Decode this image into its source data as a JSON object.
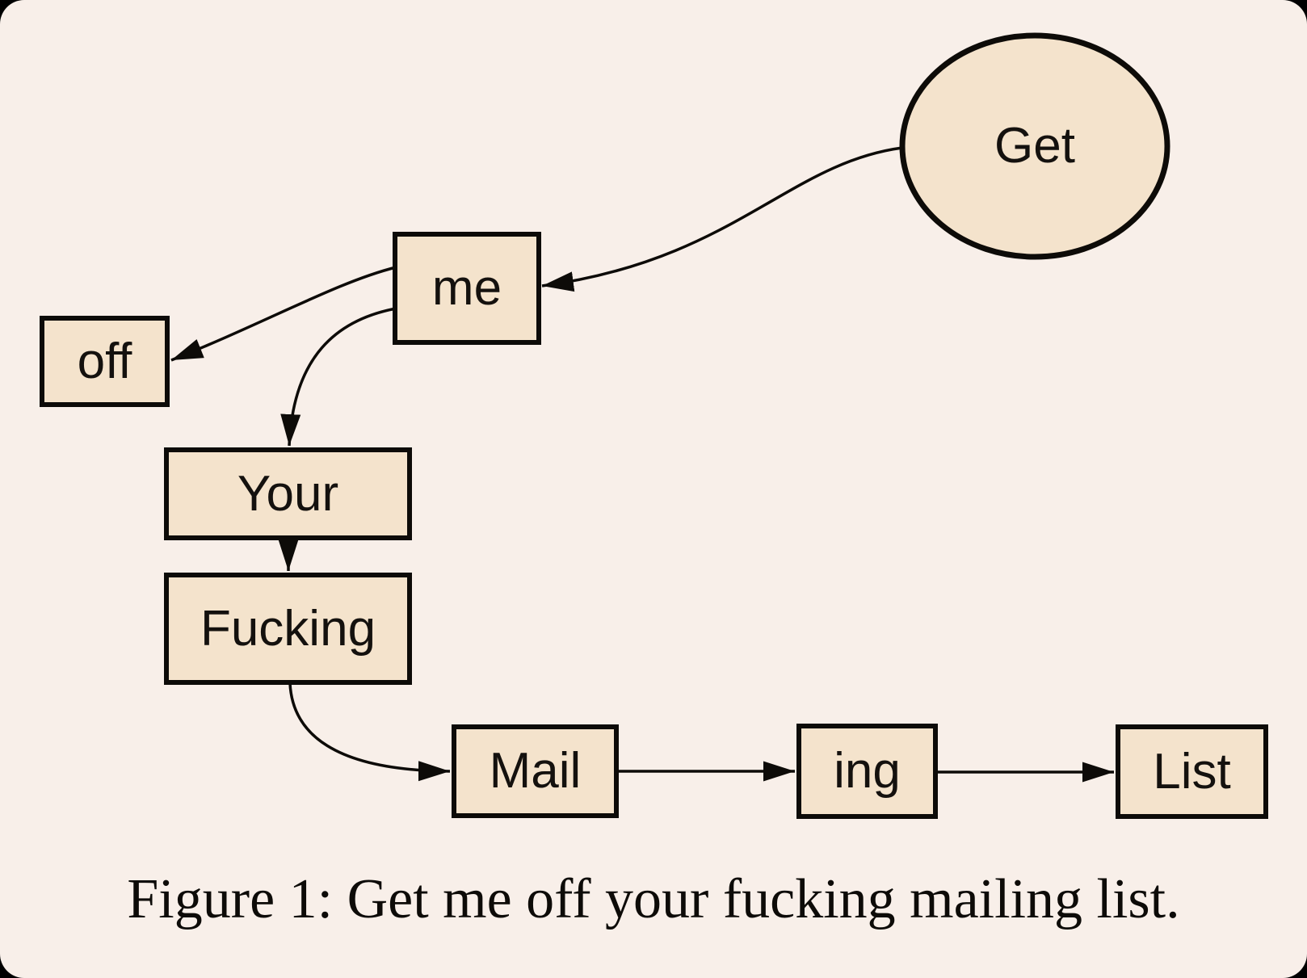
{
  "figure": {
    "type": "flow-diagram",
    "caption": "Figure 1: Get me off your fucking mailing list.",
    "nodes": [
      {
        "id": "get",
        "label": "Get",
        "shape": "ellipse"
      },
      {
        "id": "me",
        "label": "me",
        "shape": "box"
      },
      {
        "id": "off",
        "label": "off",
        "shape": "box"
      },
      {
        "id": "your",
        "label": "Your",
        "shape": "box"
      },
      {
        "id": "fucking",
        "label": "Fucking",
        "shape": "box"
      },
      {
        "id": "mail",
        "label": "Mail",
        "shape": "box"
      },
      {
        "id": "ing",
        "label": "ing",
        "shape": "box"
      },
      {
        "id": "list",
        "label": "List",
        "shape": "box"
      }
    ],
    "edges": [
      {
        "from": "get",
        "to": "me"
      },
      {
        "from": "me",
        "to": "off"
      },
      {
        "from": "me",
        "to": "your"
      },
      {
        "from": "your",
        "to": "fucking"
      },
      {
        "from": "fucking",
        "to": "mail"
      },
      {
        "from": "mail",
        "to": "ing"
      },
      {
        "from": "ing",
        "to": "list"
      }
    ],
    "colors": {
      "outer_background": "#000000",
      "page_background": "#f8efe9",
      "node_fill": "#f4e3cc",
      "stroke": "#0d0b08",
      "text": "#14110e"
    }
  }
}
